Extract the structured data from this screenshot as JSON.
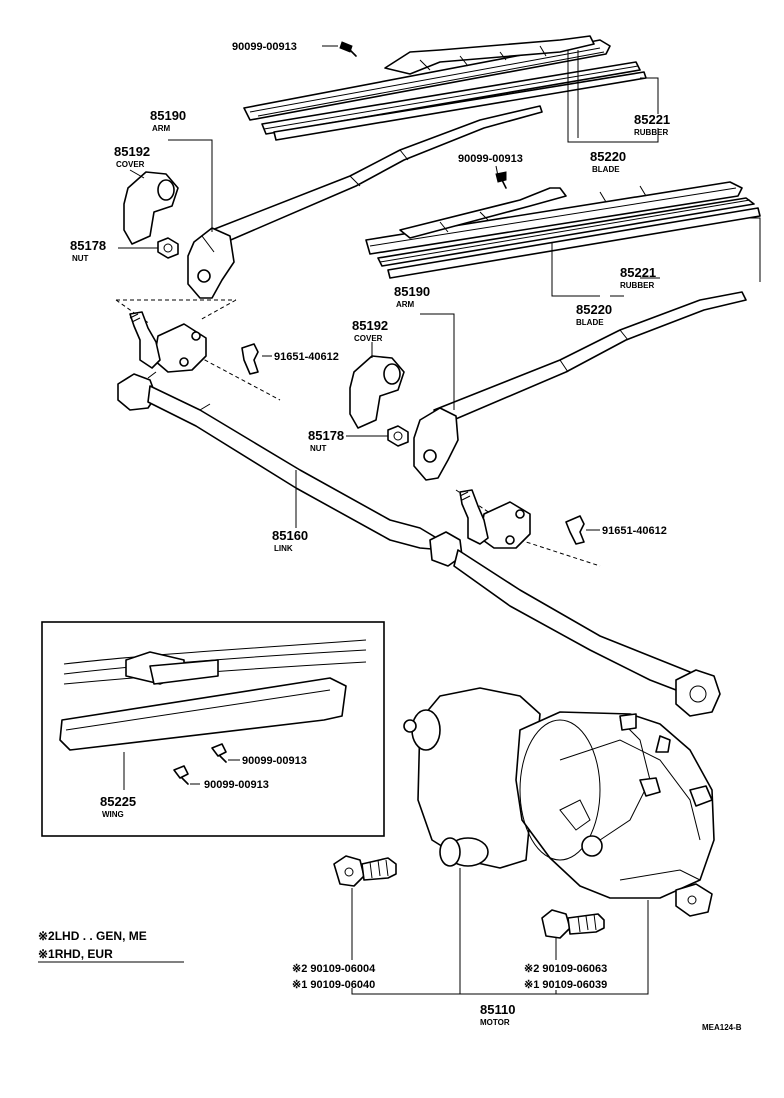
{
  "title_code": "MEA124-B",
  "parts": {
    "screw_top_1": "90099-00913",
    "screw_top_2": "90099-00913",
    "arm_1_num": "85190",
    "arm_1_name": "ARM",
    "arm_2_num": "85190",
    "arm_2_name": "ARM",
    "cover_1_num": "85192",
    "cover_1_name": "COVER",
    "cover_2_num": "85192",
    "cover_2_name": "COVER",
    "nut_1_num": "85178",
    "nut_1_name": "NUT",
    "nut_2_num": "85178",
    "nut_2_name": "NUT",
    "rubber_1_num": "85221",
    "rubber_1_name": "RUBBER",
    "rubber_2_num": "85221",
    "rubber_2_name": "RUBBER",
    "blade_1_num": "85220",
    "blade_1_name": "BLADE",
    "blade_2_num": "85220",
    "blade_2_name": "BLADE",
    "bolt_1": "91651-40612",
    "bolt_2": "91651-40612",
    "link_num": "85160",
    "link_name": "LINK",
    "wing_num": "85225",
    "wing_name": "WING",
    "wing_screw_1": "90099-00913",
    "wing_screw_2": "90099-00913",
    "motor_num": "85110",
    "motor_name": "MOTOR",
    "left_bolt_2": "※2 90109-06004",
    "left_bolt_1": "※1 90109-06040",
    "right_bolt_2": "※2 90109-06063",
    "right_bolt_1": "※1 90109-06039"
  },
  "legend": {
    "line_2": "※2LHD . . GEN, ME",
    "line_1": "※1RHD, EUR"
  }
}
